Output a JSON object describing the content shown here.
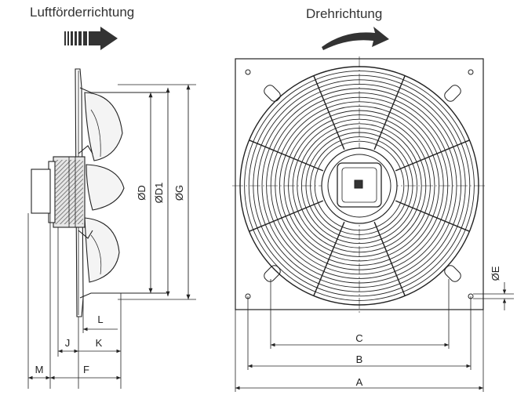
{
  "titles": {
    "airflow": "Luftförderrichtung",
    "rotation": "Drehrichtung"
  },
  "side_view_labels": {
    "d": "ØD",
    "d1": "ØD1",
    "g": "ØG",
    "l": "L",
    "j": "J",
    "k": "K",
    "m": "M",
    "f": "F"
  },
  "front_view_labels": {
    "a": "A",
    "b": "B",
    "c": "C",
    "e": "ØE"
  },
  "colors": {
    "line": "#222222",
    "hatch": "#555555",
    "blade_fill": "#f4f4f4",
    "motor_fill": "#e6e6e6"
  }
}
